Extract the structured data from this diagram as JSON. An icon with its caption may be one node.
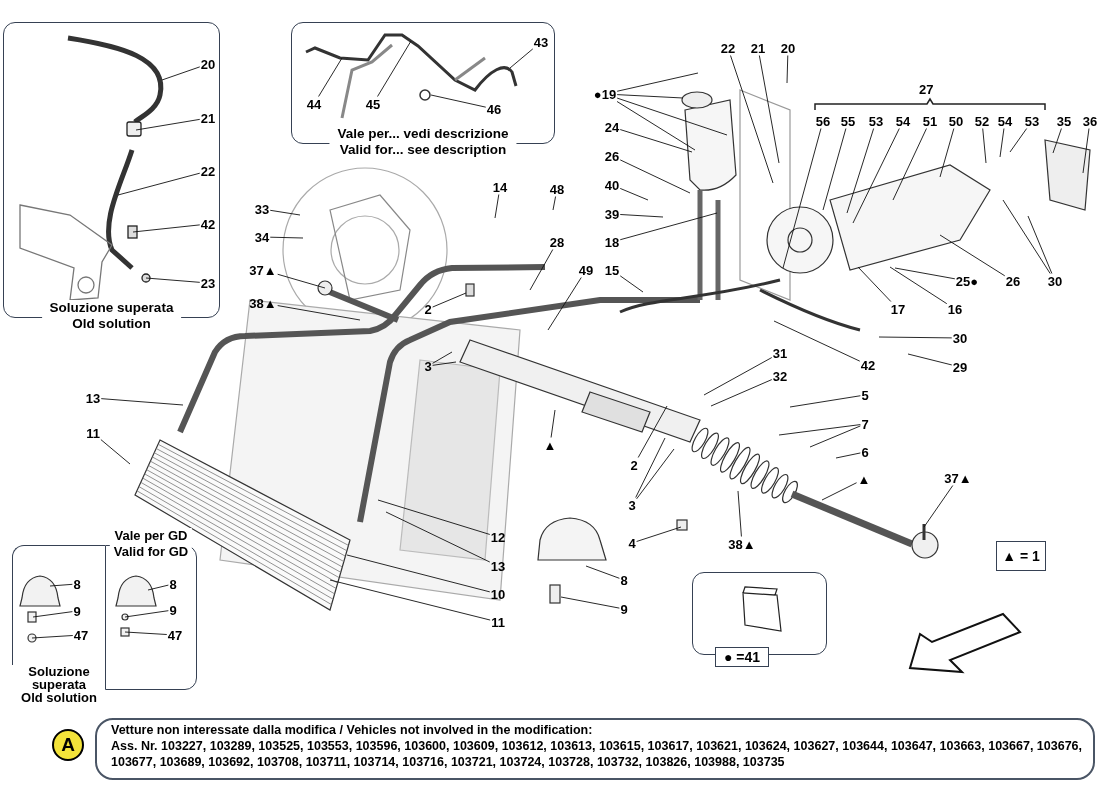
{
  "diagram": {
    "nodes": [
      {
        "text": [
          "Soluzione superata",
          "Old solution"
        ]
      },
      {
        "text": [
          "20"
        ],
        "in": 0
      },
      {
        "text": [
          "21"
        ],
        "in": 0
      },
      {
        "text": [
          "22"
        ],
        "in": 0
      },
      {
        "text": [
          "42"
        ],
        "in": 0
      },
      {
        "text": [
          "23"
        ],
        "in": 0
      },
      {
        "text": [
          "Vale per... vedi descrizione",
          "Valid for... see description"
        ]
      },
      {
        "text": [
          "43"
        ],
        "in": 6
      },
      {
        "text": [
          "44"
        ],
        "in": 6
      },
      {
        "text": [
          "45"
        ],
        "in": 6
      },
      {
        "text": [
          "46"
        ],
        "in": 6
      },
      {
        "text": [
          "22"
        ]
      },
      {
        "text": [
          "21"
        ]
      },
      {
        "text": [
          "20"
        ]
      },
      {
        "text": [
          "●19"
        ]
      },
      {
        "text": [
          "24"
        ]
      },
      {
        "text": [
          "26"
        ]
      },
      {
        "text": [
          "40"
        ]
      },
      {
        "text": [
          "39"
        ]
      },
      {
        "text": [
          "18"
        ]
      },
      {
        "text": [
          "56"
        ]
      },
      {
        "text": [
          "55"
        ]
      },
      {
        "text": [
          "53"
        ]
      },
      {
        "text": [
          "54"
        ]
      },
      {
        "text": [
          "51"
        ]
      },
      {
        "text": [
          "50"
        ]
      },
      {
        "text": [
          "52"
        ]
      },
      {
        "text": [
          "54"
        ]
      },
      {
        "text": [
          "53"
        ]
      },
      {
        "text": [
          "35"
        ]
      },
      {
        "text": [
          "36"
        ]
      },
      {
        "text": [
          "14"
        ]
      },
      {
        "text": [
          "48"
        ]
      },
      {
        "text": [
          "33"
        ]
      },
      {
        "text": [
          "34"
        ]
      },
      {
        "text": [
          "28"
        ]
      },
      {
        "text": [
          "49"
        ]
      },
      {
        "text": [
          "15"
        ]
      },
      {
        "text": [
          "37▲"
        ]
      },
      {
        "text": [
          "38▲"
        ]
      },
      {
        "text": [
          "25●"
        ]
      },
      {
        "text": [
          "26"
        ]
      },
      {
        "text": [
          "30"
        ]
      },
      {
        "text": [
          "17"
        ]
      },
      {
        "text": [
          "16"
        ]
      },
      {
        "text": [
          "2"
        ]
      },
      {
        "text": [
          "3"
        ]
      },
      {
        "text": [
          "42"
        ]
      },
      {
        "text": [
          "30"
        ]
      },
      {
        "text": [
          "29"
        ]
      },
      {
        "text": [
          "31"
        ]
      },
      {
        "text": [
          "32"
        ]
      },
      {
        "text": [
          "13"
        ]
      },
      {
        "text": [
          "5"
        ]
      },
      {
        "text": [
          "11"
        ]
      },
      {
        "text": [
          "7"
        ]
      },
      {
        "text": [
          "▲"
        ]
      },
      {
        "text": [
          "6"
        ]
      },
      {
        "text": [
          "2"
        ]
      },
      {
        "text": [
          "▲"
        ]
      },
      {
        "text": [
          "37▲"
        ]
      },
      {
        "text": [
          "3"
        ]
      },
      {
        "text": [
          "12"
        ]
      },
      {
        "text": [
          "13"
        ]
      },
      {
        "text": [
          "38▲"
        ]
      },
      {
        "text": [
          "4"
        ]
      },
      {
        "text": [
          "10"
        ]
      },
      {
        "text": [
          "8"
        ]
      },
      {
        "text": [
          "11"
        ]
      },
      {
        "text": [
          "9"
        ]
      },
      {
        "text": [
          "Soluzione superata",
          "Old solution"
        ]
      },
      {
        "text": [
          "Vale per GD",
          "Valid for GD"
        ]
      },
      {
        "text": [
          "8"
        ],
        "in": 70
      },
      {
        "text": [
          "9"
        ],
        "in": 70
      },
      {
        "text": [
          "47"
        ],
        "in": 70
      },
      {
        "text": [
          "8"
        ],
        "in": 71
      },
      {
        "text": [
          "9"
        ],
        "in": 71
      },
      {
        "text": [
          "47"
        ],
        "in": 71
      },
      {
        "text": [
          "● =41"
        ]
      },
      {
        "text": [
          "▲ = 1"
        ]
      },
      {
        "text": [
          "Vetture non interessate dalla modifica / Vehicles not involved in the modification:",
          "Ass. Nr. 103227, 103289, 103525, 103553, 103596, 103600, 103609, 103612, 103613, 103615, 103617, 103621, 103624, 103627, 103644, 103647, 103663, 103667, 103676, 103677, 103689, 103692, 103708, 103711, 103714, 103716, 103721, 103724, 103728, 103732, 103826, 103988, 103735"
        ]
      },
      {
        "text": [
          "A"
        ]
      }
    ],
    "edges": [
      {
        "from": 1,
        "to": null,
        "arrow": "none"
      },
      {
        "from": 2,
        "to": null,
        "arrow": "none"
      },
      {
        "from": 3,
        "to": null,
        "arrow": "none"
      },
      {
        "from": 4,
        "to": null,
        "arrow": "none"
      },
      {
        "from": 5,
        "to": null,
        "arrow": "none"
      },
      {
        "from": 7,
        "to": null,
        "arrow": "none"
      },
      {
        "from": 8,
        "to": null,
        "arrow": "none"
      },
      {
        "from": 9,
        "to": null,
        "arrow": "none"
      },
      {
        "from": 10,
        "to": null,
        "arrow": "none"
      },
      {
        "from": 11,
        "to": null,
        "arrow": "none"
      },
      {
        "from": 12,
        "to": null,
        "arrow": "none"
      },
      {
        "from": 13,
        "to": null,
        "arrow": "none"
      },
      {
        "from": 14,
        "to": null,
        "arrow": "none"
      },
      {
        "from": 14,
        "to": null,
        "arrow": "none"
      },
      {
        "from": 14,
        "to": null,
        "arrow": "none"
      },
      {
        "from": 14,
        "to": null,
        "arrow": "none"
      },
      {
        "from": 15,
        "to": null,
        "arrow": "none"
      },
      {
        "from": 16,
        "to": null,
        "arrow": "none"
      },
      {
        "from": 17,
        "to": null,
        "arrow": "none"
      },
      {
        "from": 18,
        "to": null,
        "arrow": "none"
      },
      {
        "from": 19,
        "to": null,
        "arrow": "none"
      },
      {
        "from": 20,
        "to": null,
        "arrow": "none"
      },
      {
        "from": 21,
        "to": null,
        "arrow": "none"
      },
      {
        "from": 22,
        "to": null,
        "arrow": "none"
      },
      {
        "from": 23,
        "to": null,
        "arrow": "none"
      },
      {
        "from": 24,
        "to": null,
        "arrow": "none"
      },
      {
        "from": 25,
        "to": null,
        "arrow": "none"
      },
      {
        "from": 26,
        "to": null,
        "arrow": "none"
      },
      {
        "from": 27,
        "to": null,
        "arrow": "none"
      },
      {
        "from": 28,
        "to": null,
        "arrow": "none"
      },
      {
        "from": 29,
        "to": null,
        "arrow": "none"
      },
      {
        "from": 30,
        "to": null,
        "arrow": "none"
      },
      {
        "from": 31,
        "to": null,
        "arrow": "none"
      },
      {
        "from": 32,
        "to": null,
        "arrow": "none"
      },
      {
        "from": 33,
        "to": null,
        "arrow": "none"
      },
      {
        "from": 34,
        "to": null,
        "arrow": "none"
      },
      {
        "from": 35,
        "to": null,
        "arrow": "none"
      },
      {
        "from": 36,
        "to": null,
        "arrow": "none"
      },
      {
        "from": 37,
        "to": null,
        "arrow": "none"
      },
      {
        "from": 38,
        "to": null,
        "arrow": "none"
      },
      {
        "from": 39,
        "to": null,
        "arrow": "none"
      },
      {
        "from": 40,
        "to": null,
        "arrow": "none"
      },
      {
        "from": 41,
        "to": null,
        "arrow": "none"
      },
      {
        "from": 42,
        "to": null,
        "arrow": "none"
      },
      {
        "from": 42,
        "to": null,
        "arrow": "none"
      },
      {
        "from": 43,
        "to": null,
        "arrow": "none"
      },
      {
        "from": 44,
        "to": null,
        "arrow": "none"
      },
      {
        "from": 45,
        "to": null,
        "arrow": "none"
      },
      {
        "from": 46,
        "to": null,
        "arrow": "none"
      },
      {
        "from": 46,
        "to": null,
        "arrow": "none"
      },
      {
        "from": 47,
        "to": null,
        "arrow": "none"
      },
      {
        "from": 48,
        "to": null,
        "arrow": "none"
      },
      {
        "from": 49,
        "to": null,
        "arrow": "none"
      },
      {
        "from": 50,
        "to": null,
        "arrow": "none"
      },
      {
        "from": 51,
        "to": null,
        "arrow": "none"
      },
      {
        "from": 52,
        "to": null,
        "arrow": "none"
      },
      {
        "from": 53,
        "to": null,
        "arrow": "none"
      },
      {
        "from": 54,
        "to": null,
        "arrow": "none"
      },
      {
        "from": 55,
        "to": null,
        "arrow": "none"
      },
      {
        "from": 55,
        "to": null,
        "arrow": "none"
      },
      {
        "from": 56,
        "to": null,
        "arrow": "none"
      },
      {
        "from": 57,
        "to": null,
        "arrow": "none"
      },
      {
        "from": 58,
        "to": null,
        "arrow": "none"
      },
      {
        "from": 59,
        "to": null,
        "arrow": "none"
      },
      {
        "from": 60,
        "to": null,
        "arrow": "none"
      },
      {
        "from": 61,
        "to": null,
        "arrow": "none"
      },
      {
        "from": 61,
        "to": null,
        "arrow": "none"
      },
      {
        "from": 62,
        "to": null,
        "arrow": "none"
      },
      {
        "from": 63,
        "to": null,
        "arrow": "none"
      },
      {
        "from": 64,
        "to": null,
        "arrow": "none"
      },
      {
        "from": 65,
        "to": null,
        "arrow": "none"
      },
      {
        "from": 66,
        "to": null,
        "arrow": "none"
      },
      {
        "from": 67,
        "to": null,
        "arrow": "none"
      },
      {
        "from": 68,
        "to": null,
        "arrow": "none"
      },
      {
        "from": 69,
        "to": null,
        "arrow": "none"
      },
      {
        "from": 72,
        "to": null,
        "arrow": "none"
      },
      {
        "from": 73,
        "to": null,
        "arrow": "none"
      },
      {
        "from": 74,
        "to": null,
        "arrow": "none"
      },
      {
        "from": 75,
        "to": null,
        "arrow": "none"
      },
      {
        "from": 76,
        "to": null,
        "arrow": "none"
      },
      {
        "from": 77,
        "to": null,
        "arrow": "none"
      }
    ],
    "labels": [
      "27"
    ]
  }
}
